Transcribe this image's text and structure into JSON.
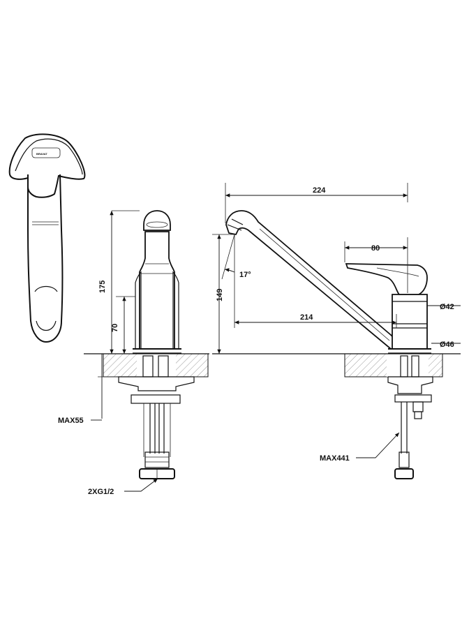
{
  "dimensions": {
    "overall_length": "224",
    "handle_offset": "80",
    "height_total": "175",
    "height_mid": "70",
    "spout_height": "149",
    "spout_angle": "17°",
    "spout_reach": "214",
    "diameter_upper": "Ø42",
    "diameter_base": "Ø46",
    "max_deck_thickness": "MAX55",
    "max_hose_length": "MAX441",
    "connection_thread": "2XG1/2"
  },
  "logo_text": "BRAVAT"
}
